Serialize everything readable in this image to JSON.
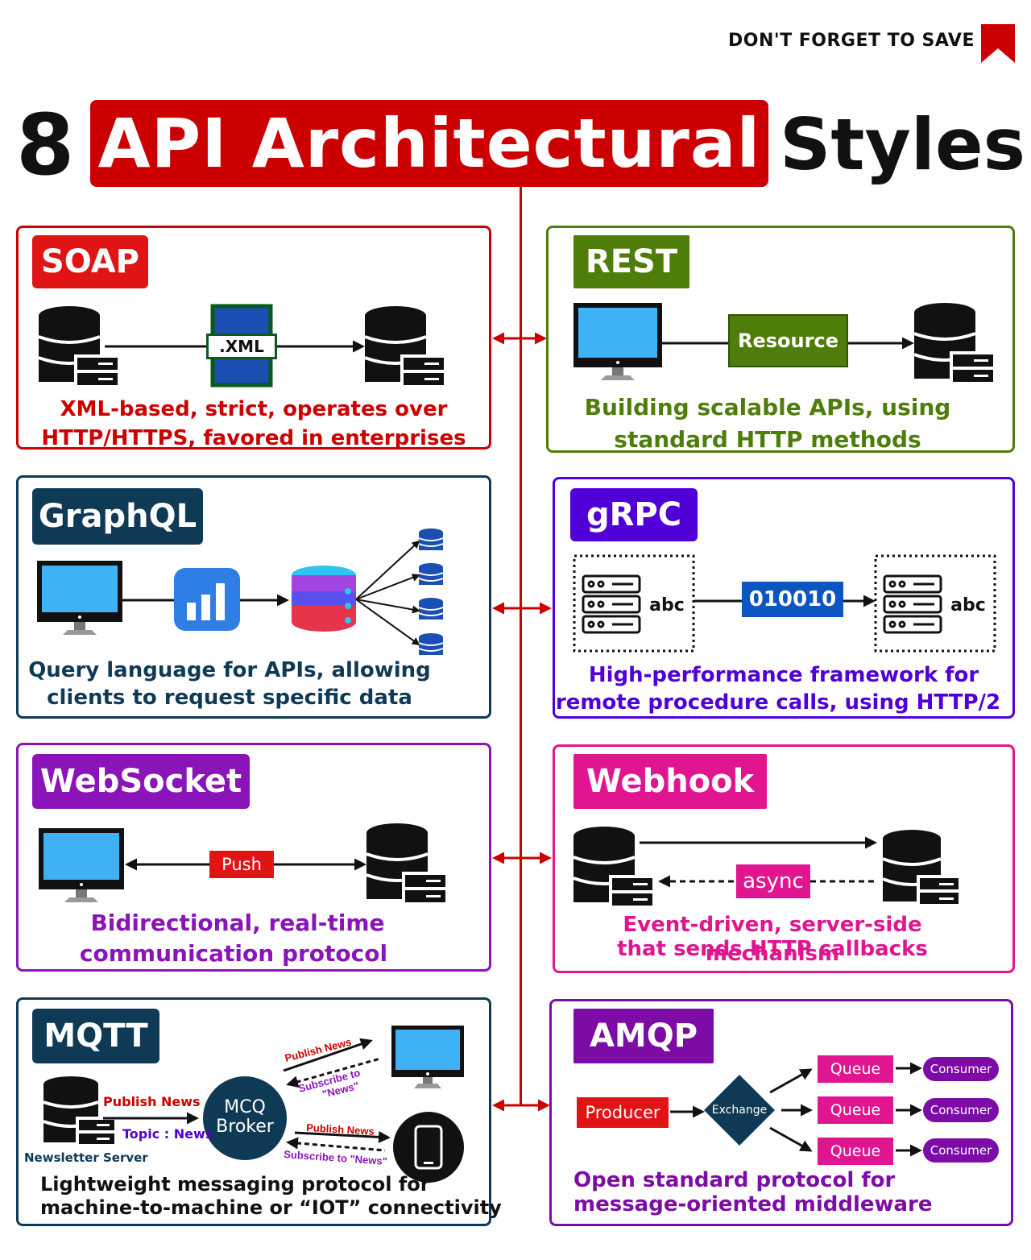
{
  "header": {
    "save_text": "DON'T FORGET TO SAVE",
    "title_number": "8",
    "title_highlight": "API Architectural",
    "title_end": "Styles"
  },
  "colors": {
    "red": "#cc0000",
    "rest_green": "#4e7d0a",
    "graphql_navy": "#0f3a56",
    "grpc_purple": "#5000d6",
    "websocket_purple": "#8a14b8",
    "webhook_pink": "#e0158f",
    "mqtt_navy": "#0f3a56",
    "amqp_purple": "#7d0ca6",
    "screen_blue": "#3fb2f5"
  },
  "styles": {
    "soap": {
      "label": "SOAP",
      "file_label": ".XML",
      "desc_line1": "XML-based, strict, operates over",
      "desc_line2": "HTTP/HTTPS, favored in enterprises"
    },
    "rest": {
      "label": "REST",
      "resource_label": "Resource",
      "desc_line1": "Building scalable APIs, using",
      "desc_line2": "standard HTTP methods"
    },
    "graphql": {
      "label": "GraphQL",
      "desc_line1": "Query language for APIs, allowing",
      "desc_line2": "clients to request specific data"
    },
    "grpc": {
      "label": "gRPC",
      "left_text": "abc",
      "binary_label": "010010",
      "right_text": "abc",
      "desc_line1": "High-performance framework for",
      "desc_line2": "remote procedure calls, using HTTP/2"
    },
    "websocket": {
      "label": "WebSocket",
      "push_label": "Push",
      "desc_line1": "Bidirectional, real-time",
      "desc_line2": "communication protocol"
    },
    "webhook": {
      "label": "Webhook",
      "async_label": "async",
      "desc_line1": "Event-driven, server-side mechanism",
      "desc_line2": "that sends HTTP callbacks"
    },
    "mqtt": {
      "label": "MQTT",
      "publish_news": "Publish News",
      "topic_news": "Topic : News",
      "server_label": "Newsletter Server",
      "broker_line1": "MCQ",
      "broker_line2": "Broker",
      "publish_top": "Publish News",
      "subscribe_top_1": "Subscribe to",
      "subscribe_top_2": "\"News\"",
      "publish_bottom": "Publish News",
      "subscribe_bottom": "Subscribe to \"News\"",
      "desc_line1": "Lightweight messaging protocol for",
      "desc_line2": "machine-to-machine or “IOT” connectivity"
    },
    "amqp": {
      "label": "AMQP",
      "producer_label": "Producer",
      "exchange_label": "Exchange",
      "queue_labels": [
        "Queue",
        "Queue",
        "Queue"
      ],
      "consumer_labels": [
        "Consumer",
        "Consumer",
        "Consumer"
      ],
      "desc_line1": "Open standard protocol for",
      "desc_line2": "message-oriented middleware"
    }
  }
}
